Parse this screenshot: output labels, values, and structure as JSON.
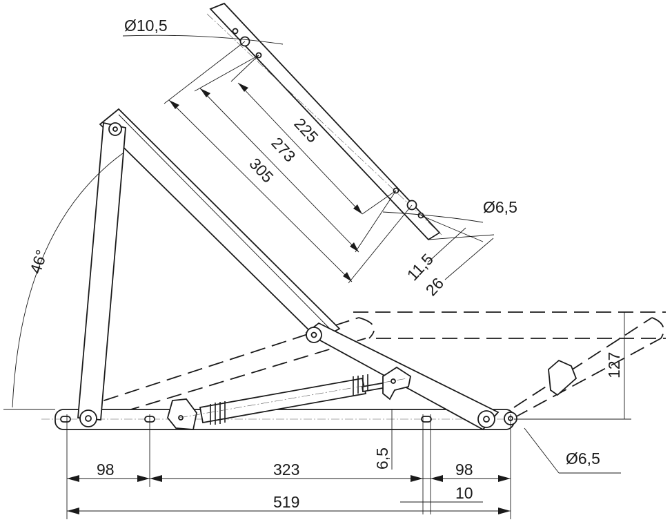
{
  "drawing": {
    "dimensions": {
      "hole_top_diameter": "Ø10,5",
      "length_225": "225",
      "length_273": "273",
      "length_305": "305",
      "hole_bottom_diameter": "Ø6,5",
      "offset_11_5": "11,5",
      "offset_26": "26",
      "angle": "46°",
      "height_127": "127",
      "pivot_diameter": "Ø6,5",
      "offset_6_5": "6,5",
      "base_left_98": "98",
      "base_mid_323": "323",
      "base_right_98": "98",
      "base_total_519": "519",
      "base_10": "10"
    }
  }
}
